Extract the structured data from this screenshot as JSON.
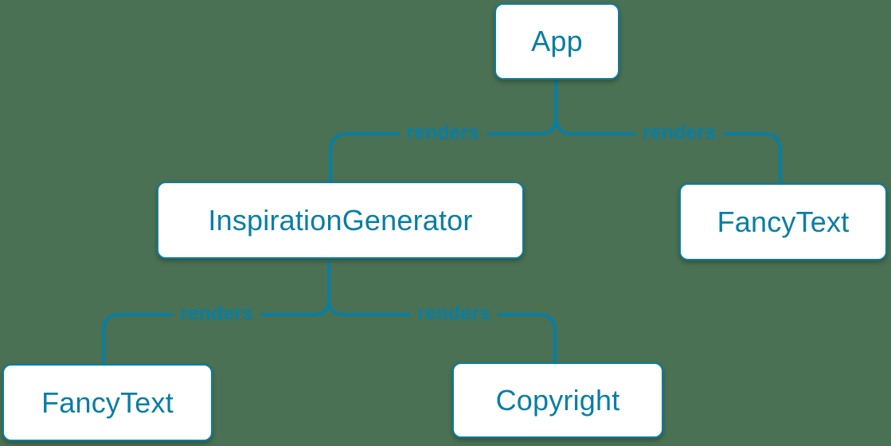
{
  "colors": {
    "background": "#4a7153",
    "accent": "#087ea4",
    "box_fill": "#ffffff"
  },
  "diagram_type": "react-render-tree",
  "nodes": [
    {
      "id": "app",
      "label": "App"
    },
    {
      "id": "inspiration-generator",
      "label": "InspirationGenerator"
    },
    {
      "id": "fancy-text-top-right",
      "label": "FancyText"
    },
    {
      "id": "fancy-text-bottom-left",
      "label": "FancyText"
    },
    {
      "id": "copyright",
      "label": "Copyright"
    }
  ],
  "edges": [
    {
      "from": "App",
      "to": "InspirationGenerator",
      "label": "renders"
    },
    {
      "from": "App",
      "to": "FancyText",
      "label": "renders"
    },
    {
      "from": "InspirationGenerator",
      "to": "FancyText",
      "label": "renders"
    },
    {
      "from": "InspirationGenerator",
      "to": "Copyright",
      "label": "renders"
    }
  ]
}
